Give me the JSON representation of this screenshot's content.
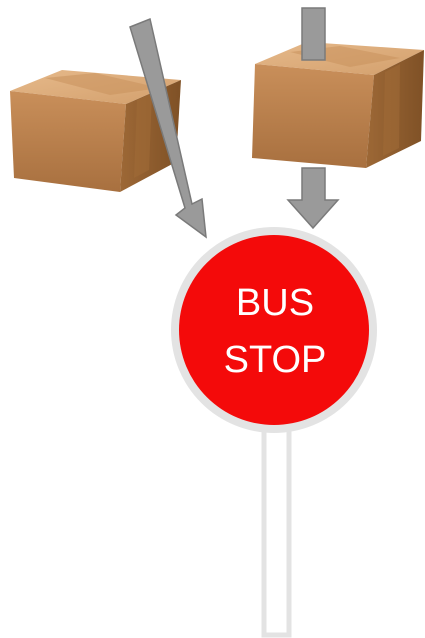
{
  "sign": {
    "line1": "BUS",
    "line2": "STOP",
    "face_color": "#f40a0a",
    "rim_color": "#e3e3e3",
    "text_color": "#ffffff"
  },
  "arrows": {
    "color": "#9a9a9a",
    "outline_color": "#7a7a7a",
    "items": [
      {
        "name": "left-arrow",
        "direction": "down-right"
      },
      {
        "name": "right-arrow",
        "direction": "down"
      }
    ]
  },
  "boxes": {
    "icon": "cardboard-box-icon",
    "count": 2
  }
}
